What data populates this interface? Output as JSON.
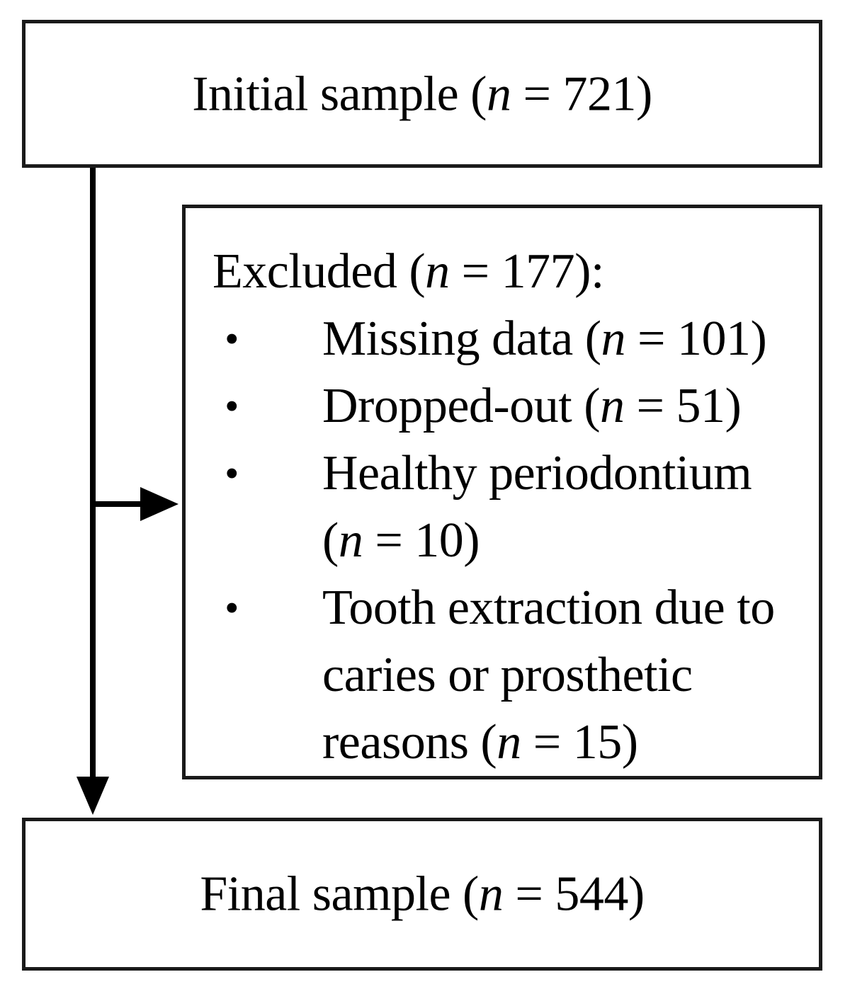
{
  "diagram": {
    "type": "flowchart",
    "title": "Participant selection flow",
    "orientation": "vertical",
    "line_color": "#1a1a1a",
    "background_color": "#ffffff",
    "text_color": "#000000"
  },
  "initial_box": {
    "label_prefix": "Initial sample (",
    "n_symbol": "n",
    "equals": " = ",
    "count": "721",
    "label_suffix": ")",
    "full_text": "Initial sample (n = 721)"
  },
  "excluded_box": {
    "heading_prefix": "Excluded (",
    "n_symbol": "n",
    "equals": " = ",
    "count": "177",
    "heading_suffix": "):",
    "heading_full_text": "Excluded (n = 177):",
    "bullet_glyph": "•",
    "items": [
      {
        "label": "Missing data (",
        "n_symbol": "n",
        "equals": " = ",
        "count": "101",
        "suffix": ")",
        "full_text": "Missing data (n = 101)",
        "wraps": false
      },
      {
        "label": "Dropped-out (",
        "n_symbol": "n",
        "equals": " = ",
        "count": "51",
        "suffix": ")",
        "full_text": "Dropped-out (n = 51)",
        "wraps": false
      },
      {
        "label": "Healthy periodontium (",
        "n_symbol": "n",
        "equals": " = ",
        "count": "10",
        "suffix": ")",
        "full_text": "Healthy periodontium (n = 10)",
        "wraps": true
      },
      {
        "label": "Tooth extraction due to caries or prosthetic reasons (",
        "n_symbol": "n",
        "equals": " = ",
        "count": "15",
        "suffix": ")",
        "full_text": "Tooth extraction due to caries or prosthetic reasons (n = 15)",
        "wraps": true
      }
    ]
  },
  "final_box": {
    "label_prefix": "Final sample (",
    "n_symbol": "n",
    "equals": " = ",
    "count": "544",
    "label_suffix": ")",
    "full_text": "Final sample (n = 544)"
  },
  "connectors": [
    {
      "name": "initial-to-final",
      "direction": "down",
      "from": "initial_box",
      "to": "final_box",
      "arrowhead": "solid-triangle"
    },
    {
      "name": "initial-to-excluded",
      "direction": "right",
      "from": "initial-to-final",
      "to": "excluded_box",
      "arrowhead": "solid-triangle"
    }
  ]
}
